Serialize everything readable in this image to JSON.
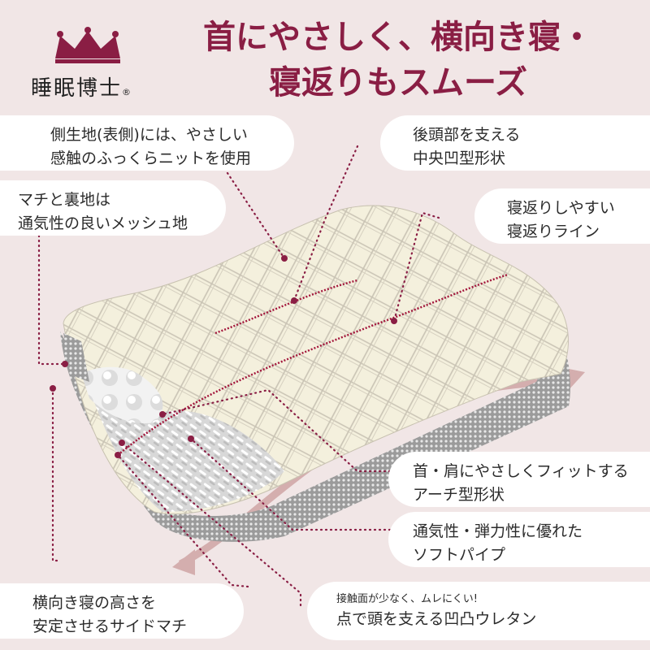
{
  "brand": {
    "name": "睡眠博士",
    "mark": "®",
    "logo_icon": "crown-icon"
  },
  "headline": {
    "line1": "首にやさしく、横向き寝・",
    "line2": "寝返りもスムーズ"
  },
  "callouts": {
    "side_fabric": {
      "line1": "側生地(表側)には、やさしい",
      "line2": "感触のふっくらニットを使用"
    },
    "mesh": {
      "line1": "マチと裏地は",
      "line2": "通気性の良いメッシュ地"
    },
    "center_recess": {
      "line1": "後頭部を支える",
      "line2": "中央凹型形状"
    },
    "roll_line": {
      "line1": "寝返りしやすい",
      "line2": "寝返りライン"
    },
    "arch": {
      "line1": "首・肩にやさしくフィットする",
      "line2": "アーチ型形状"
    },
    "pipe": {
      "line1": "通気性・弾力性に優れた",
      "line2": "ソフトパイプ"
    },
    "side_gusset": {
      "line1": "横向き寝の高さを",
      "line2": "安定させるサイドマチ"
    },
    "urethane": {
      "line1": "接触面が少なく、ムレにくい!",
      "line2": "点で頭を支える凹凸ウレタン"
    }
  },
  "colors": {
    "background": "#f1e6e6",
    "accent": "#8a1e44",
    "pillow": "#f4f0dd",
    "arrow": "#d4aeae"
  }
}
